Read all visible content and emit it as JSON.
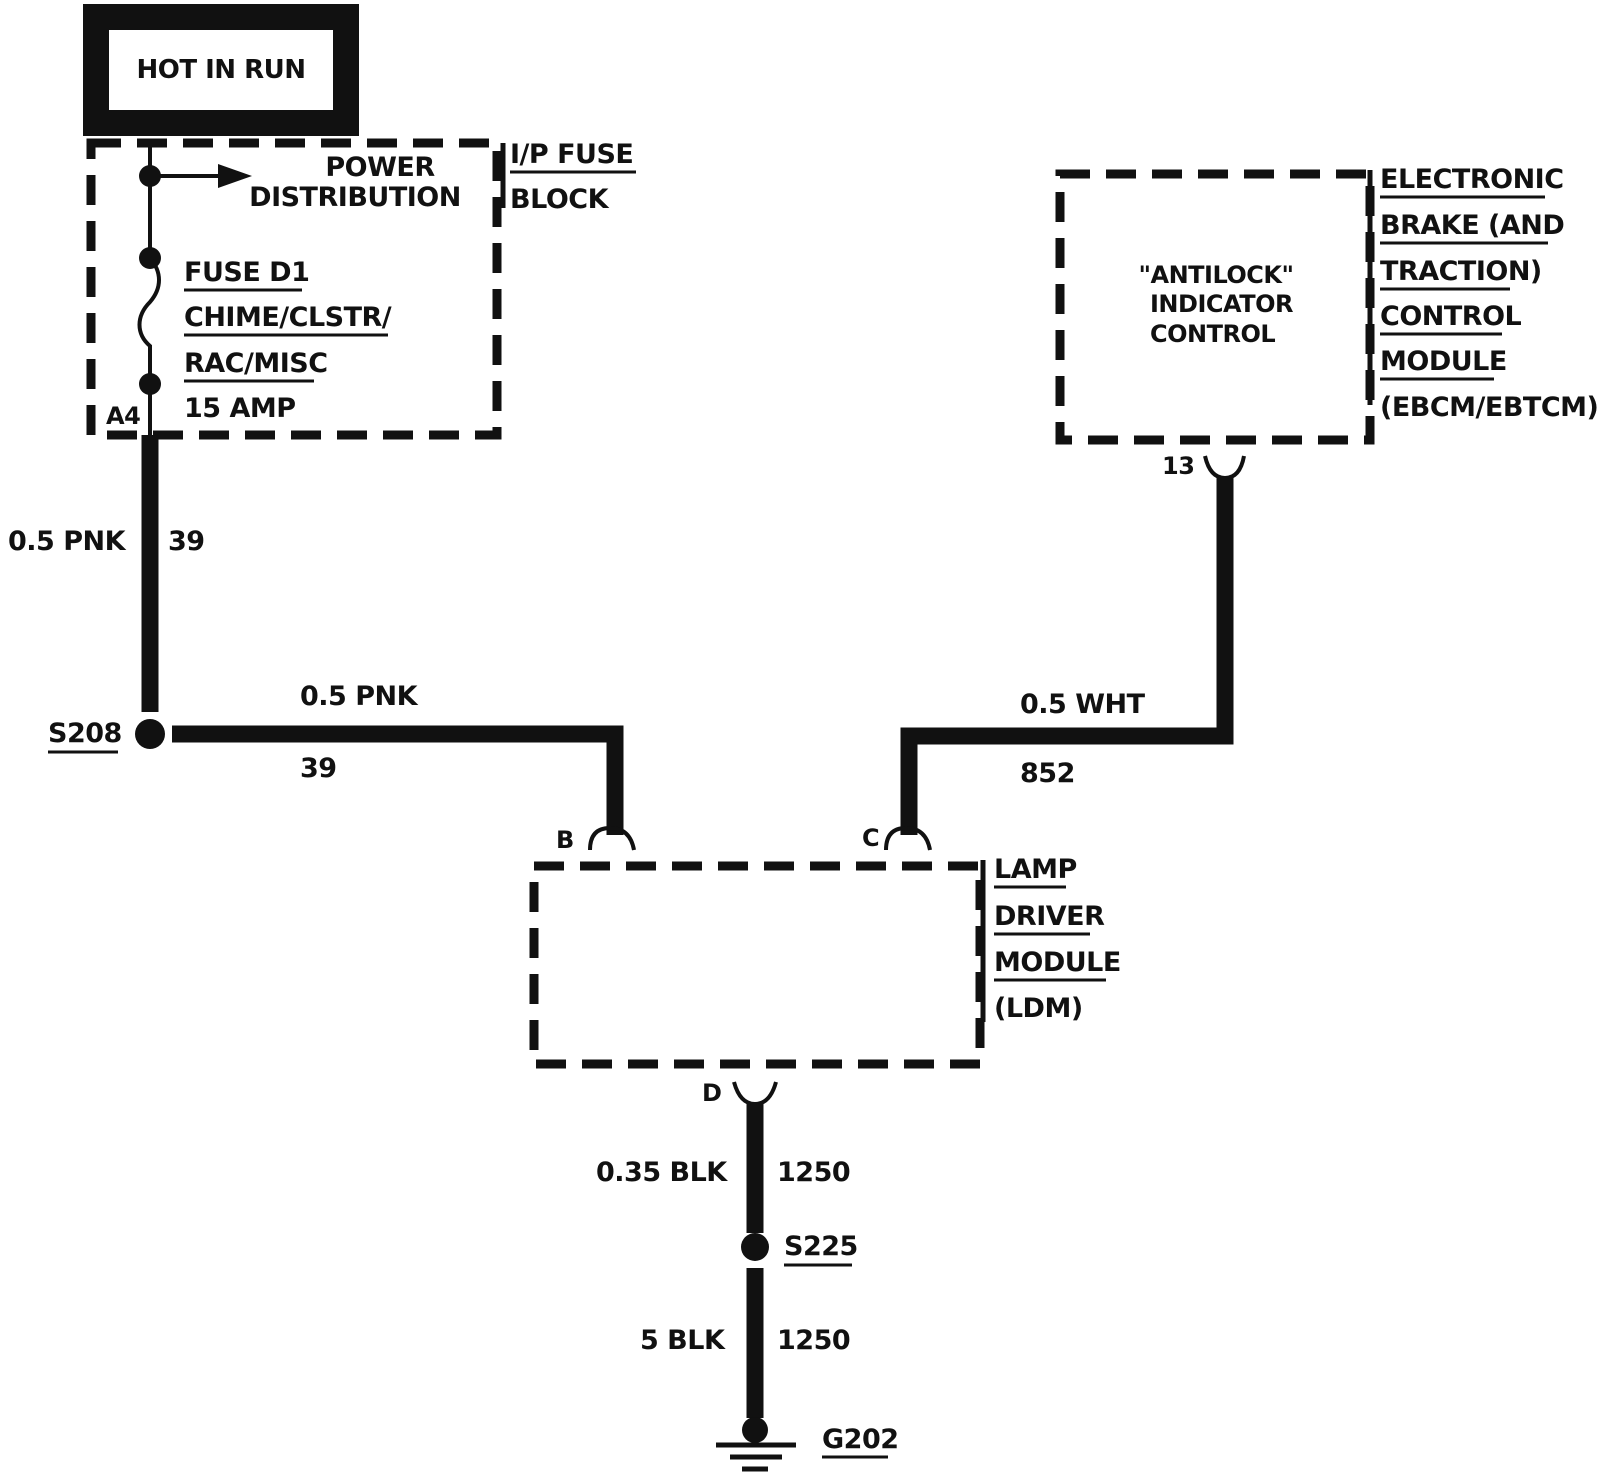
{
  "hot_in_run": "HOT IN RUN",
  "fuse_block": {
    "title_line1": "I/P FUSE",
    "title_line2": "BLOCK",
    "power_dist_line1": "POWER",
    "power_dist_line2": "DISTRIBUTION",
    "fuse_name": "FUSE D1",
    "fuse_desc_line1": "CHIME/CLSTR/",
    "fuse_desc_line2": "RAC/MISC",
    "fuse_rating": "15 AMP",
    "terminal": "A4"
  },
  "ebcm": {
    "name_line1": "ELECTRONIC",
    "name_line2": "BRAKE (AND",
    "name_line3": "TRACTION)",
    "name_line4": "CONTROL",
    "name_line5": "MODULE",
    "name_line6": "(EBCM/EBTCM)",
    "inner_line1": "\"ANTILOCK\"",
    "inner_line2": "INDICATOR",
    "inner_line3": "CONTROL",
    "pin": "13"
  },
  "ldm": {
    "name_line1": "LAMP",
    "name_line2": "DRIVER",
    "name_line3": "MODULE",
    "name_line4": "(LDM)",
    "pin_b": "B",
    "pin_c": "C",
    "pin_d": "D"
  },
  "wires": {
    "w1_size_color": "0.5 PNK",
    "w1_circuit": "39",
    "w2_size_color": "0.5 PNK",
    "w2_circuit": "39",
    "w3_size_color": "0.5 WHT",
    "w3_circuit": "852",
    "w4_size_color": "0.35 BLK",
    "w4_circuit": "1250",
    "w5_size_color": "5 BLK",
    "w5_circuit": "1250"
  },
  "splices": {
    "s208": "S208",
    "s225": "S225"
  },
  "ground": "G202"
}
